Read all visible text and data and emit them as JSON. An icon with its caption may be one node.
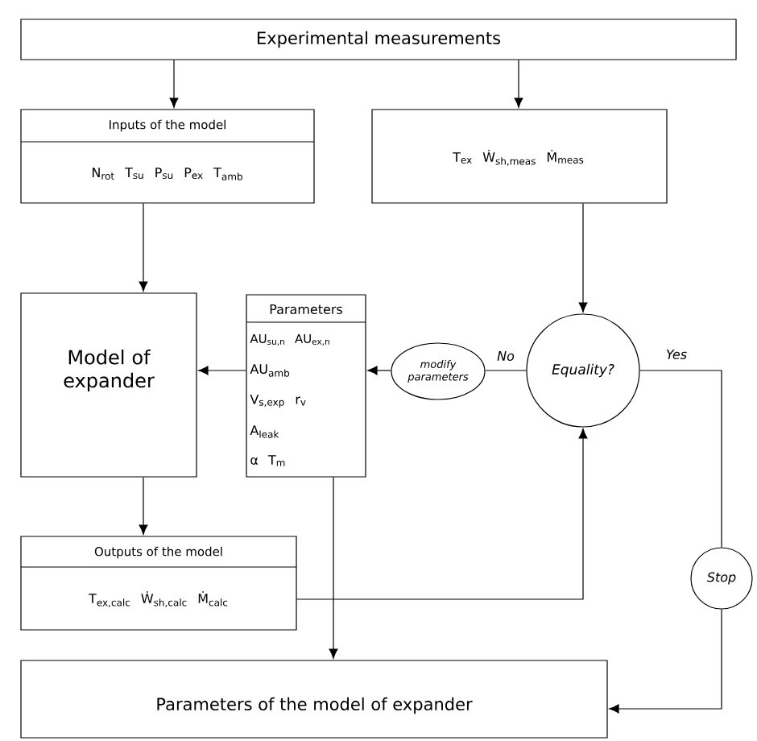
{
  "diagram": {
    "nodes": [
      {
        "text": [
          "Experimental measurements"
        ]
      },
      {
        "text": [
          "Inputs of the model",
          "N$_{rot}$ T$_{su}$ P$_{su}$ P$_{ex}$ T$_{amb}$"
        ]
      },
      {
        "text": [
          "T$_{ex}$ Ẇ$_{sh,meas}$ Ṁ$_{meas}$"
        ]
      },
      {
        "text": [
          "Model of expander"
        ]
      },
      {
        "text": [
          "Parameters",
          "AU$_{su,n}$ AU$_{ex,n}$",
          "AU$_{amb}$",
          "V$_{s,exp}$ r$_{v}$",
          "A$_{leak}$",
          "α T$_{m}$"
        ]
      },
      {
        "text": [
          "modify parameters"
        ]
      },
      {
        "text": [
          "Equality?"
        ]
      },
      {
        "text": [
          "Outputs of the model",
          "T$_{ex,calc}$ Ẇ$_{sh,calc}$ Ṁ$_{calc}$"
        ]
      },
      {
        "text": [
          "Stop"
        ]
      },
      {
        "text": [
          "Parameters of the model of expander"
        ]
      }
    ],
    "edges": [
      {
        "from": 0,
        "to": 1,
        "arrow": "to"
      },
      {
        "from": 0,
        "to": 2,
        "arrow": "to"
      },
      {
        "from": 1,
        "to": 3,
        "arrow": "to"
      },
      {
        "from": 2,
        "to": 6,
        "arrow": "to"
      },
      {
        "from": 6,
        "to": 5,
        "arrow": "none",
        "label": "No"
      },
      {
        "from": 5,
        "to": 4,
        "arrow": "to"
      },
      {
        "from": 4,
        "to": 3,
        "arrow": "to"
      },
      {
        "from": 3,
        "to": 7,
        "arrow": "to"
      },
      {
        "from": 7,
        "to": 6,
        "arrow": "to"
      },
      {
        "from": 4,
        "to": 9,
        "arrow": "to"
      },
      {
        "from": 6,
        "to": 8,
        "arrow": "none",
        "label": "Yes"
      },
      {
        "from": 8,
        "to": 9,
        "arrow": "to"
      }
    ]
  }
}
